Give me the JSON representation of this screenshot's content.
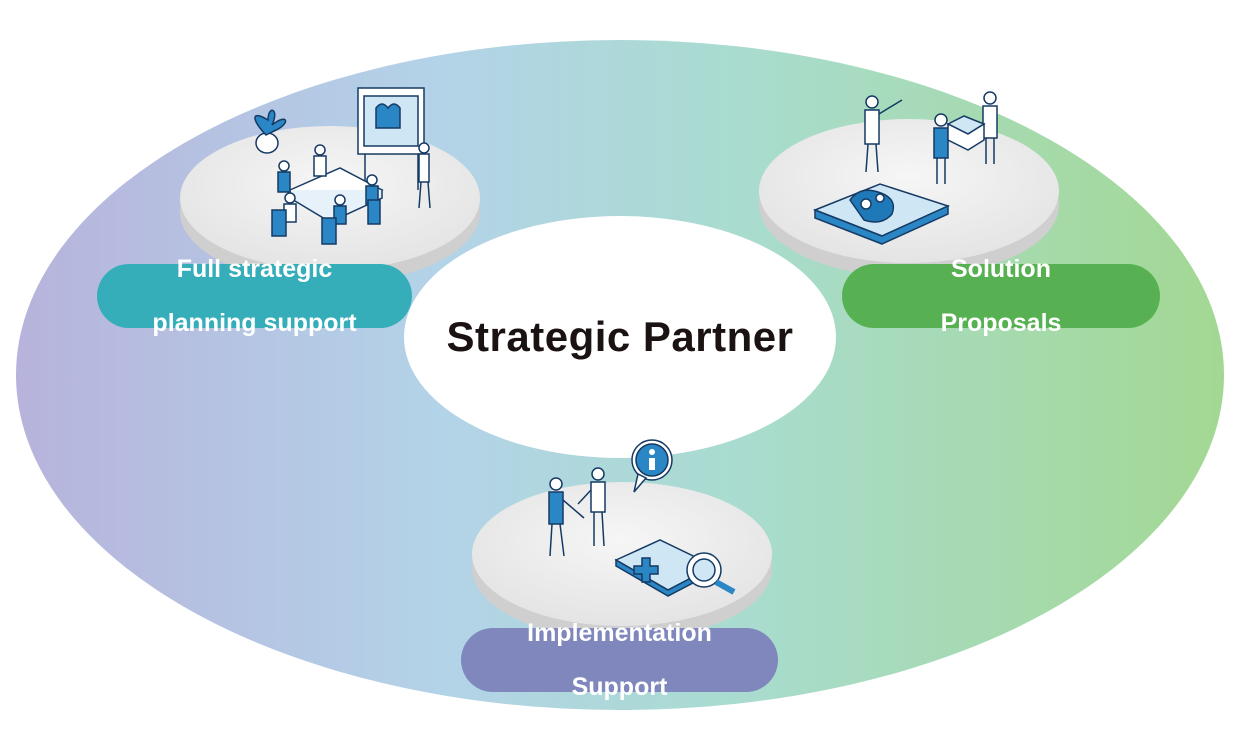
{
  "center_label": "Strategic Partner",
  "nodes": [
    {
      "id": "full",
      "label_line1": "Full strategic",
      "label_line2": "planning support",
      "color": "#35aeba",
      "illustration": "meeting-room-icon"
    },
    {
      "id": "solution",
      "label_line1": "Solution",
      "label_line2": "Proposals",
      "color": "#57b152",
      "illustration": "puzzle-proposal-icon"
    },
    {
      "id": "impl",
      "label_line1": "Implementation",
      "label_line2": "Support",
      "color": "#7f87bd",
      "illustration": "consultation-icon"
    }
  ],
  "colors": {
    "ring_left": "#b6b5dc",
    "ring_mid": "#a9d8e6",
    "ring_right": "#a5d99a",
    "platform": "#eeeeee",
    "platform_edge": "#cfcfcf",
    "illustration_blue": "#1f79b8",
    "illustration_dark": "#163a63"
  }
}
